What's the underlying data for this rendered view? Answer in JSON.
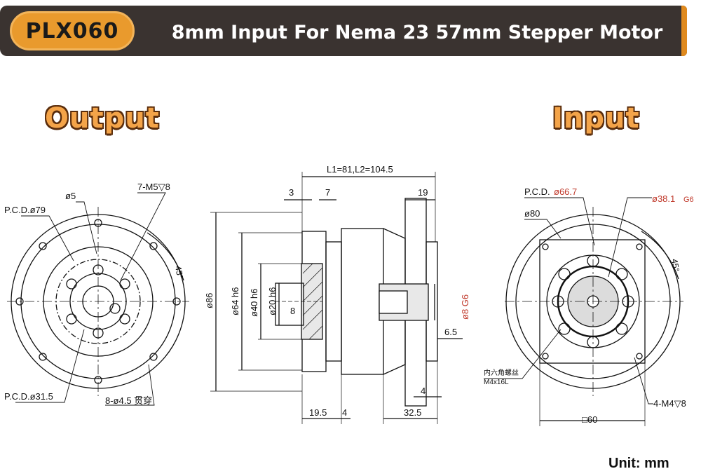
{
  "header": {
    "model": "PLX060",
    "title": "8mm Input For Nema 23 57mm Stepper Motor",
    "colors": {
      "bar": "#3a3330",
      "badge": "#e99a2d",
      "section_title": "#f4a449"
    }
  },
  "output_view": {
    "title": "Output",
    "labels": {
      "hole_dia": "ø5",
      "tapped": "7-M5▽8",
      "pcd_outer": "P.C.D.ø79",
      "pcd_inner": "P.C.D.ø31.5",
      "through_holes": "8-ø4.5 贯穿",
      "angle": "45°"
    }
  },
  "side_view": {
    "labels": {
      "length": "L1=81,L2=104.5",
      "d3": "3",
      "d7": "7",
      "d19": "19",
      "dia86": "ø86",
      "dia64": "ø64 h6",
      "dia40": "ø40 h6",
      "dia20": "ø20 h6",
      "d8": "8",
      "input_bore": "ø8 G6",
      "d6_5": "6.5",
      "d4_top": "4",
      "d19_5": "19.5",
      "d4_bottom": "4",
      "d32_5": "32.5"
    }
  },
  "input_view": {
    "title": "Input",
    "labels": {
      "pcd": "P.C.D.",
      "pcd_value": "ø66.7",
      "bore": "ø38.1",
      "bore_fit": "G6",
      "dia80": "ø80",
      "angle": "45°",
      "screw_note": "内六角螺丝",
      "screw_size": "M4x16L",
      "tapped": "4-M4▽8",
      "square": "□60"
    }
  },
  "unit": "Unit: mm"
}
